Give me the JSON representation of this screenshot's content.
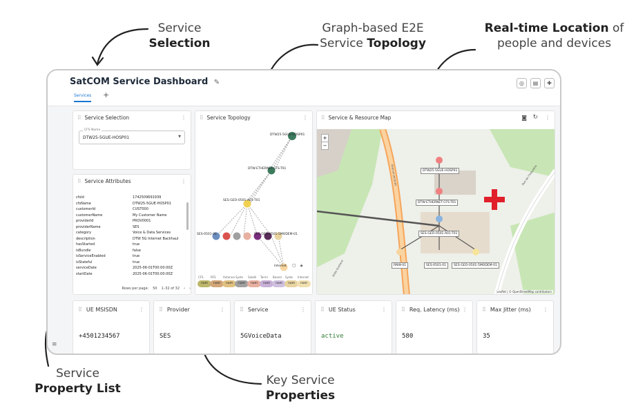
{
  "annotations": {
    "service_selection": {
      "line1": "Service",
      "bold": "Selection"
    },
    "topology": {
      "line1": "Graph-based E2E",
      "line2": "Service ",
      "bold": "Topology"
    },
    "location": {
      "bold": "Real-time Location",
      "rest1": " of",
      "line2": "people and devices"
    },
    "property_list": {
      "line1": "Service",
      "bold": "Property List"
    },
    "key_properties": {
      "line1": "Key Service",
      "bold": "Properties"
    }
  },
  "dashboard": {
    "title": "SatCOM Service Dashboard",
    "edit_icon": "pencil-icon",
    "header_icons": [
      "target-icon",
      "document-icon",
      "puzzle-icon"
    ],
    "tabs": [
      {
        "label": "Services"
      }
    ],
    "add_tab": "+"
  },
  "service_selection": {
    "title": "Service Selection",
    "field_label": "CFS Name",
    "selected": "DTW25-5GUE-HOSP01"
  },
  "service_attributes": {
    "title": "Service Attributes",
    "rows": [
      {
        "k": "cfsId",
        "v": "1742509691939"
      },
      {
        "k": "cfsName",
        "v": "DTW25-5GUE-HOSP01"
      },
      {
        "k": "customerId",
        "v": "CUST000"
      },
      {
        "k": "customerName",
        "v": "My Customer Name"
      },
      {
        "k": "providerId",
        "v": "PROV0001"
      },
      {
        "k": "providerName",
        "v": "SES"
      },
      {
        "k": "category",
        "v": "Voice & Data Services"
      },
      {
        "k": "description",
        "v": "DTW 5G Internet Backhaul"
      },
      {
        "k": "hasStarted",
        "v": "true"
      },
      {
        "k": "isBundle",
        "v": "false"
      },
      {
        "k": "isServiceEnabled",
        "v": "true"
      },
      {
        "k": "isStateful",
        "v": "true"
      },
      {
        "k": "serviceDate",
        "v": "2025-06-01T00:00:00Z"
      },
      {
        "k": "startDate",
        "v": "2025-06-01T00:00:00Z"
      }
    ],
    "rows_per_page_label": "Rows per page:",
    "rows_per_page": "50",
    "range": "1–32 of 32"
  },
  "service_topology": {
    "title": "Service Topology",
    "nodes": [
      {
        "id": "n1",
        "label": "DTW25-5GUE-HOSP01",
        "color": "#3d7a5e"
      },
      {
        "id": "n2",
        "label": "DTW-ETHERNET-CFS-T01",
        "color": "#3d7a5e"
      },
      {
        "id": "n3",
        "label": "SES-GEO-0501-A01-T01",
        "color": "#f0d050"
      },
      {
        "id": "n4",
        "label": "SES-0501-01",
        "color": "#6c8ebf"
      },
      {
        "id": "n5",
        "label": "SES-GEO-0501-5MODEM-01",
        "color": "#7b2e7e"
      },
      {
        "id": "n6",
        "label": "Internet",
        "color": "#f6d5a0"
      }
    ],
    "legend_labels": [
      "CFS",
      "RFS",
      "Antenna",
      "Syste",
      "Satelli",
      "Termi",
      "Bearer",
      "Syste",
      "Internet"
    ],
    "legend_pills": [
      "nam",
      "nam",
      "nam",
      "nam",
      "nam",
      "nam",
      "nam",
      "nam",
      "nam"
    ],
    "legend_colors": [
      "#bdb76b",
      "#d2a679",
      "#e0c080",
      "#a0a0a0",
      "#e8b0a0",
      "#c8b0d8",
      "#d0c0e0",
      "#e8d4a0",
      "#f0e0b0"
    ]
  },
  "resource_map": {
    "title": "Service & Resource Map",
    "labels": [
      "DTW25-5GUE-HOSP01",
      "DTW-ETHERNET-CFS-T01",
      "SES-GEO-0501-A01-T01",
      "RNW-01",
      "SES-0501-01",
      "SES-GEO-0501-5MODEM-01"
    ],
    "street_1": "Avenue Jacques",
    "street_2": "Allée Gustave",
    "street_3": "Rue de l'Industrie",
    "attribution": "Leaflet | © OpenStreetMap contributors",
    "zoom_in": "+",
    "zoom_out": "−",
    "icons": [
      "camera-icon",
      "refresh-icon"
    ]
  },
  "kv_cards": [
    {
      "title": "UE MSISDN",
      "value": "+4501234567"
    },
    {
      "title": "Provider",
      "value": "SES"
    },
    {
      "title": "Service",
      "value": "5GVoiceData"
    },
    {
      "title": "UE Status",
      "value": "active"
    },
    {
      "title": "Req. Latency (ms)",
      "value": "580"
    },
    {
      "title": "Max Jitter (ms)",
      "value": "35"
    }
  ],
  "colors": {
    "accent": "#1976d2",
    "active": "#2e7d32",
    "map_park": "#c8e6b5",
    "map_road": "#f5a55a",
    "map_red_cross": "#e0202a"
  }
}
